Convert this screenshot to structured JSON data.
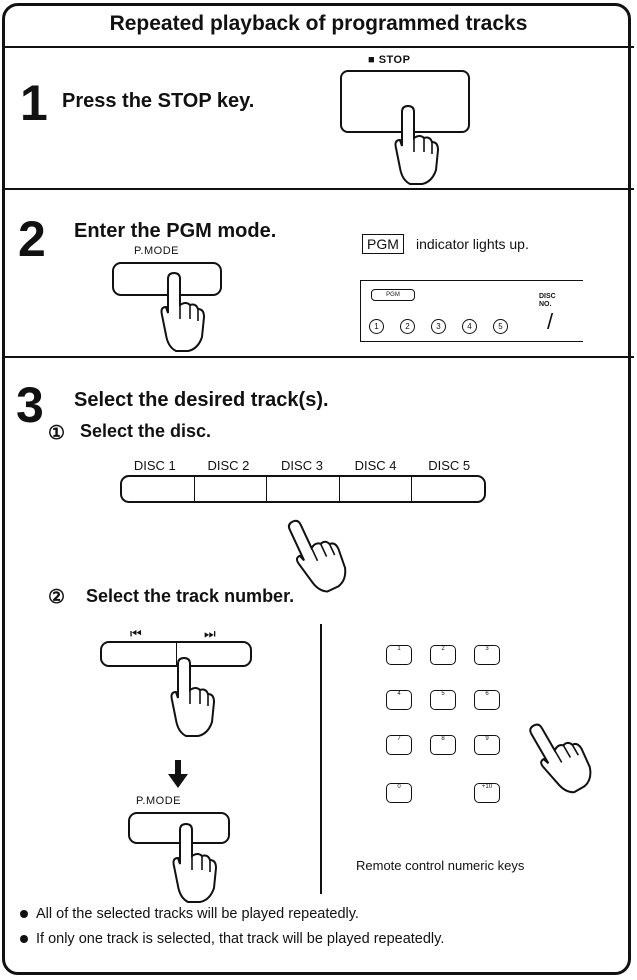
{
  "title": "Repeated playback of programmed tracks",
  "step1": {
    "num": "1",
    "text": "Press the STOP key.",
    "key_label": "■ STOP"
  },
  "step2": {
    "num": "2",
    "text": "Enter the PGM mode.",
    "key_label": "P.MODE",
    "indicator": "PGM",
    "indicator_text": "indicator lights up.",
    "display": {
      "pgm": "PGM",
      "disc_no": "DISC\nNO.",
      "disc_icons": [
        "1",
        "2",
        "3",
        "4",
        "5"
      ],
      "value": "/"
    }
  },
  "step3": {
    "num": "3",
    "text": "Select the desired track(s).",
    "sub1": {
      "num": "①",
      "text": "Select the disc.",
      "discs": [
        "DISC 1",
        "DISC 2",
        "DISC 3",
        "DISC 4",
        "DISC 5"
      ]
    },
    "sub2": {
      "num": "②",
      "text": "Select the track number.",
      "skip_back": "⏮",
      "skip_fwd": "⏭",
      "pmode": "P.MODE",
      "keys": [
        "1",
        "2",
        "3",
        "4",
        "5",
        "6",
        "7",
        "8",
        "9",
        "0",
        "+10"
      ],
      "keys_caption": "Remote control numeric keys"
    }
  },
  "notes": [
    "All of the selected tracks will be played repeatedly.",
    "If only one track is selected, that track will be played repeatedly."
  ]
}
